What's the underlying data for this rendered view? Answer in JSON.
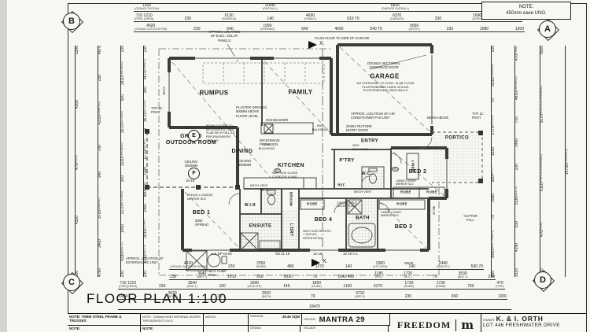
{
  "sheet": {
    "plan_title": "FLOOR PLAN 1:100",
    "note_label": "NOTE:",
    "note_text": "450mm eave UNO.",
    "section_flag": "X."
  },
  "markers": {
    "a": "A",
    "b": "B",
    "c": "C",
    "d": "D",
    "e": "E",
    "f": "F"
  },
  "rooms": {
    "rumpus": "RUMPUS",
    "family": "FAMILY",
    "garage": "GARAGE",
    "grand_outdoor": "GRAND\nOUTDOOR ROOM",
    "dining": "DINING",
    "kitchen": "KITCHEN",
    "pantry": "P'TRY",
    "entry": "ENTRY",
    "portico": "PORTICO",
    "bed1": "BED 1",
    "bed2": "BED 2",
    "bed3": "BED 3",
    "bed4": "BED 4",
    "ensuite": "ENSUITE",
    "bath": "BATH",
    "wir": "W.I.R",
    "wc1": "W.C.",
    "wc2": "W.C.",
    "ldry": "L'DRY",
    "linen": "LINEN",
    "broom": "BROOM",
    "robe1": "ROBE",
    "robe2": "ROBE",
    "robe3": "ROBE",
    "robe4": "ROBE",
    "ref": "REF"
  },
  "annotations": {
    "solar": "APPROX. LOCATION\nOF ELEC. SOLAR\nPANELS",
    "flush_eave": "FLUSH EAVE TO SIDE OF GARAGE",
    "overhead_door": "DOUBLE SECTIONAL\nOVERHEAD DOOR",
    "garage_note": "NO STEPDOWN TO CONC. SLAB FLOOR\nPLASTERBOARD LINED CEILING\nPLASTERBOARD LINED WALLS",
    "plaster_opening": "PLASTER OPENING\n800MM ABOVE\nFLOOR LEVEL",
    "beam_down": "BEAM & DOWN TO\nINTEGRATED CONC\nSLAB WITH FALL AS\nPER ENGINEERS\nDETAILS",
    "dishwasher": "DISHWASHER",
    "microwave": "MICROWAVE\nPROVISION",
    "ac_fan": "APPROX. LOCATION OF AIR\nCONDITIONER FAN UNIT",
    "entry_door": "2040H FEATURE\nENTRY DOOR",
    "bulkhead_entry": "3000\nBULKHEAD",
    "beam_above": "BEAM ABOVE",
    "post1": "TYP. 2L'\nPOST",
    "post2": "TYP. 2L'\nPOST",
    "ceiling1": "CEILING\n3000MM",
    "ceiling2": "CEILING\n3000MM",
    "bulkhead1": "5000\nBULKHEAD",
    "bulkhead2": "5000\nBULKHEAD",
    "cooktop": "900 F'BOX GLASS\nCOOKTOP & UBO",
    "spread": "5000\nSPREAD",
    "mirror1": "2040(H) x 2240(W)\nMIRROR SLD",
    "mirror2": "1450W x 2040H\nMIRROR SLD",
    "mirror3": "1450W x 2040H\nMIRROR SLD",
    "tiled_recess": "300H TILED RECESS\n+ 1020 AFL\nREFER DETAIL",
    "mech_vent1": "MECH VENT",
    "mech_vent2": "MECH VENT",
    "capped_water": "CAPPED COLD\nWATER POINT",
    "heat_pump": "HEAT PUMP\nHWU",
    "ext_ac": "APPROX. LOCATION OF\nEXTERNAL A/C UNIT",
    "gutter_fall": "GUTTER\nFALL"
  },
  "codes": {
    "c1": "18-27",
    "c2": "18-18",
    "c3": "18-18",
    "c4": "A.J. DP 16-03",
    "c5": "SD 21-15",
    "c6": "12-18",
    "c7": "12-15 A.J.",
    "c8": "W500",
    "c9": "21-06",
    "sd": "SD"
  },
  "dims": {
    "t1": [
      "1920|(GRAND O'ROOM)",
      "11640|(OVERALL)",
      "6830|(GARAGE OVERALL)",
      "2160"
    ],
    "t2": [
      "710 1210|(PIER) (OPEN)",
      "230",
      "6130|(RUMPUS)",
      "140",
      "4690|(FAMILY)",
      "610 70",
      "6370|(GARAGE)",
      "230",
      "1690|(OPEN)",
      "470|(PIER)"
    ],
    "t3": [
      "4920|(GRAND OUTDOOR RM)",
      "230",
      "640",
      "1990|(OPENING)",
      "640",
      "4690",
      "540 70",
      "5650|(ENTRY)",
      "230",
      "1680",
      "1200"
    ],
    "l1": [
      "1200",
      "4200",
      "470|(PIER)",
      "4320",
      "230"
    ],
    "l2": [
      "4670",
      "230",
      "4210|(RUMPUS)",
      "700",
      "140",
      "3720|(DINING)",
      "3400",
      "4790"
    ],
    "l3": [
      "230",
      "2810|(OPENING)",
      "500",
      "3570|(ALCOVE)",
      "1230|(OPENING)",
      "200",
      "2170|(KITCHEN)",
      "1050",
      "4330|(BED 1)",
      "230"
    ],
    "l4": [
      "230",
      "4670|(FAMILY)",
      "360",
      "3670|(ALCOVE)",
      "70",
      "1770|(ENTRY)",
      "1190",
      "980|(W.I.R)",
      "1450",
      "2810|(L'DRY)",
      "3730|(BED 4)",
      "230"
    ],
    "r1": [
      "230",
      "5530|(GARAGE)",
      "70",
      "1770|(ENTRY)",
      "1520",
      "990|(W.C.)",
      "1080",
      "70",
      "3050|(BED 3 /BATH)",
      "230"
    ],
    "r2": [
      "470|(PIER)",
      "4810|(OPENING)",
      "710",
      "1450",
      "230",
      "3130|(BED 3)",
      "530",
      "4190",
      "3120"
    ],
    "r3": [
      "5520",
      "5170|(PORTICO OPENING)",
      "6110|(PORTICO OVERALL)",
      "470|(PIER)",
      "3120"
    ],
    "r4": [
      "14750|(OVERALL)"
    ],
    "b1": [
      "4920|(GRAND OUTDOOR ROOM)",
      "230",
      "2550|(ROBE)",
      "480",
      "1270",
      "140",
      "3380|(KITCHEN)",
      "140",
      "2440|(PANTRY)",
      "530 70"
    ],
    "b2": [
      "230",
      "3640|(BED 1)",
      "1510",
      "260",
      "2820",
      "70",
      "1040 400",
      "1180|(REF)",
      "1720|(W.C.)",
      "70",
      "3530|(BED 2)",
      "230"
    ],
    "b3": [
      "710 1210|(PIER)(OPEN)",
      "230",
      "3640|(BED 1)",
      "160",
      "3390|(ENSUITE)",
      "145",
      "1850|(ROBE)",
      "1100",
      "3170",
      "1730|(ROBE)",
      "1730|(ROBE)",
      "730",
      "470|(PIER)"
    ],
    "b4": [
      "1920",
      "3020|(BED 4)",
      "70",
      "2030|(BATH)",
      "70",
      "3710|(BED 3)",
      "230",
      "960",
      "1200"
    ],
    "b5": [
      "18470"
    ]
  },
  "titleblock": {
    "note1": "NOTE: 70MM STEEL FRAME & TRUSSES",
    "note2_label": "NOTE:",
    "note2": "2340mm HIGH INTERNAL DOORS THROUGHOUT U.N.O.",
    "areas_label": "AREAS:",
    "garage_label": "GARAGE:",
    "garage_area": "38.46 SQM",
    "design_label": "DESIGN",
    "design": "MANTRA 29",
    "brand": "FREEDOM",
    "brand_logo": "m",
    "owner_label": "OWNER",
    "owner": "K. & I. ORTH",
    "address": "LOT 446 FRESHWATER DRIVE",
    "row2_note1": "NOTE:",
    "row2_note2": "NOTE:",
    "row2_grand": "GRAND",
    "row2_facade": "FACADE"
  }
}
